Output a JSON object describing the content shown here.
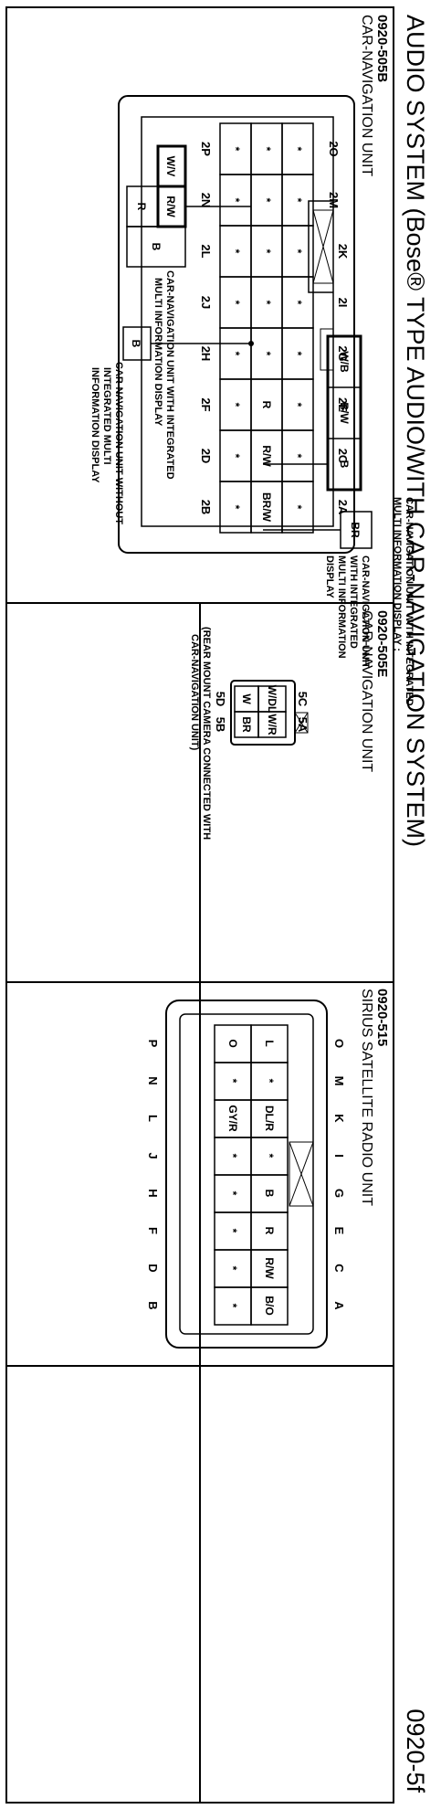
{
  "title": "AUDIO SYSTEM (Bose® TYPE AUDIO/WITH CAR-NAVIGATION SYSTEM)",
  "page_number": "0920-5f",
  "connectors": {
    "c505b": {
      "code": "0920-505B",
      "name": "CAR-NAVIGATION UNIT",
      "top_pins": [
        "2O",
        "2M",
        "2K",
        "2I",
        "2G",
        "2E",
        "2C",
        "2A"
      ],
      "bottom_pins": [
        "2P",
        "2N",
        "2L",
        "2J",
        "2H",
        "2F",
        "2D",
        "2B"
      ],
      "row_top": [
        "*",
        "*",
        "*",
        "*",
        "*",
        "*",
        "*",
        "*"
      ],
      "row_middle": [
        "*",
        "*",
        "*",
        "*",
        "*",
        "R",
        "R/W",
        "BR/W"
      ],
      "row_bottom": [
        "*",
        "*",
        "*",
        "*",
        "*",
        "*",
        "*",
        "*"
      ],
      "box_integrated_top": [
        "W/V",
        "R/W"
      ],
      "box_integrated_bottom": [
        "R",
        "B"
      ],
      "note_integrated_top": [
        "CAR-NAVIGATION UNIT WITH INTEGRATED",
        "MULTI INFORMATION DISPLAY"
      ],
      "box_without": "B",
      "note_without": [
        "CAR-NAVIGATION UNIT WITHOUT",
        "INTEGRATED MULTI",
        "INFORMATION DISPLAY"
      ],
      "box_integrated_left": [
        "W/B",
        "B/W",
        "B"
      ],
      "note_integrated_left": [
        "CAR-NAVIGATION UNIT WITH INTEGRATED",
        "MULTI INFORMATION DISPLAY :"
      ],
      "box_br": "BR",
      "note_br": [
        "CAR-NAVIGATION UNIT",
        "WITH INTEGRATED",
        "MULTI INFORMATION",
        "DISPLAY"
      ]
    },
    "c505e": {
      "code": "0920-505E",
      "name": "CAR-NAVIGATION UNIT",
      "pins_top": [
        "5C",
        "5A"
      ],
      "pins_bottom": [
        "5D",
        "5B"
      ],
      "cells_top": [
        "W/DL",
        "W/R"
      ],
      "cells_bottom": [
        "W",
        "BR"
      ],
      "note": [
        "(REAR MOUNT CAMERA CONNECTED WITH",
        "CAR-NAVIGATION UNIT)"
      ]
    },
    "c515": {
      "code": "0920-515",
      "name": "SIRIUS SATELLITE RADIO UNIT",
      "top_pins": [
        "O",
        "M",
        "K",
        "I",
        "G",
        "E",
        "C",
        "A"
      ],
      "bottom_pins": [
        "P",
        "N",
        "L",
        "J",
        "H",
        "F",
        "D",
        "B"
      ],
      "row_top": [
        "L",
        "*",
        "DL/R",
        "*",
        "B",
        "R",
        "R/W",
        "B/O"
      ],
      "row_bottom": [
        "O",
        "*",
        "GY/R",
        "*",
        "*",
        "*",
        "*",
        "*"
      ]
    }
  }
}
